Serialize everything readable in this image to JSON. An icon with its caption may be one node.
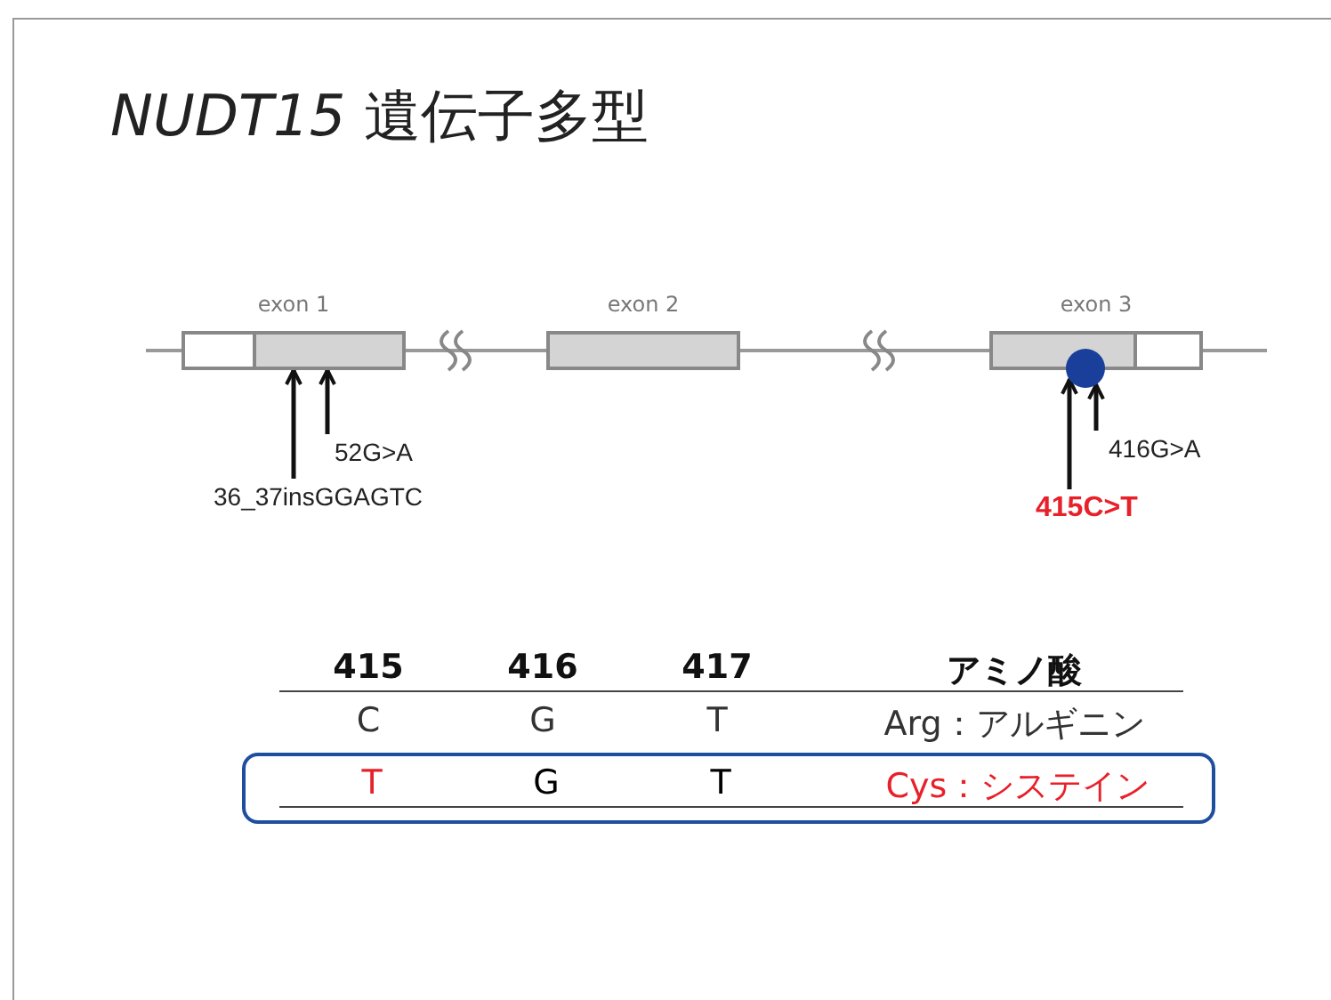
{
  "diagram": {
    "title": "*NUDT15* 遺伝子多型",
    "nodes": [
      {
        "text": [
          "exon 1"
        ]
      },
      {
        "text": [
          "exon 2"
        ]
      },
      {
        "text": [
          "exon 3"
        ]
      },
      {
        "text": [],
        "shape": "circle"
      },
      {
        "text": [
          "52G>A"
        ]
      },
      {
        "text": [
          "36_37insGGAGTC"
        ]
      },
      {
        "text": [
          "416G>A"
        ]
      },
      {
        "text": [
          "415C>T"
        ]
      },
      {
        "text": [
          "T",
          "G",
          "T",
          "Cys：システイン"
        ]
      }
    ],
    "edges": [
      {
        "from": 5,
        "to": 0,
        "arrow": "to"
      },
      {
        "from": 4,
        "to": 0,
        "arrow": "to"
      },
      {
        "from": 7,
        "to": 3,
        "arrow": "to"
      },
      {
        "from": 6,
        "to": 3,
        "arrow": "to"
      }
    ],
    "labels": [
      "415",
      "416",
      "417",
      "アミノ酸",
      "C",
      "G",
      "T",
      "Arg：アルギニン"
    ]
  }
}
